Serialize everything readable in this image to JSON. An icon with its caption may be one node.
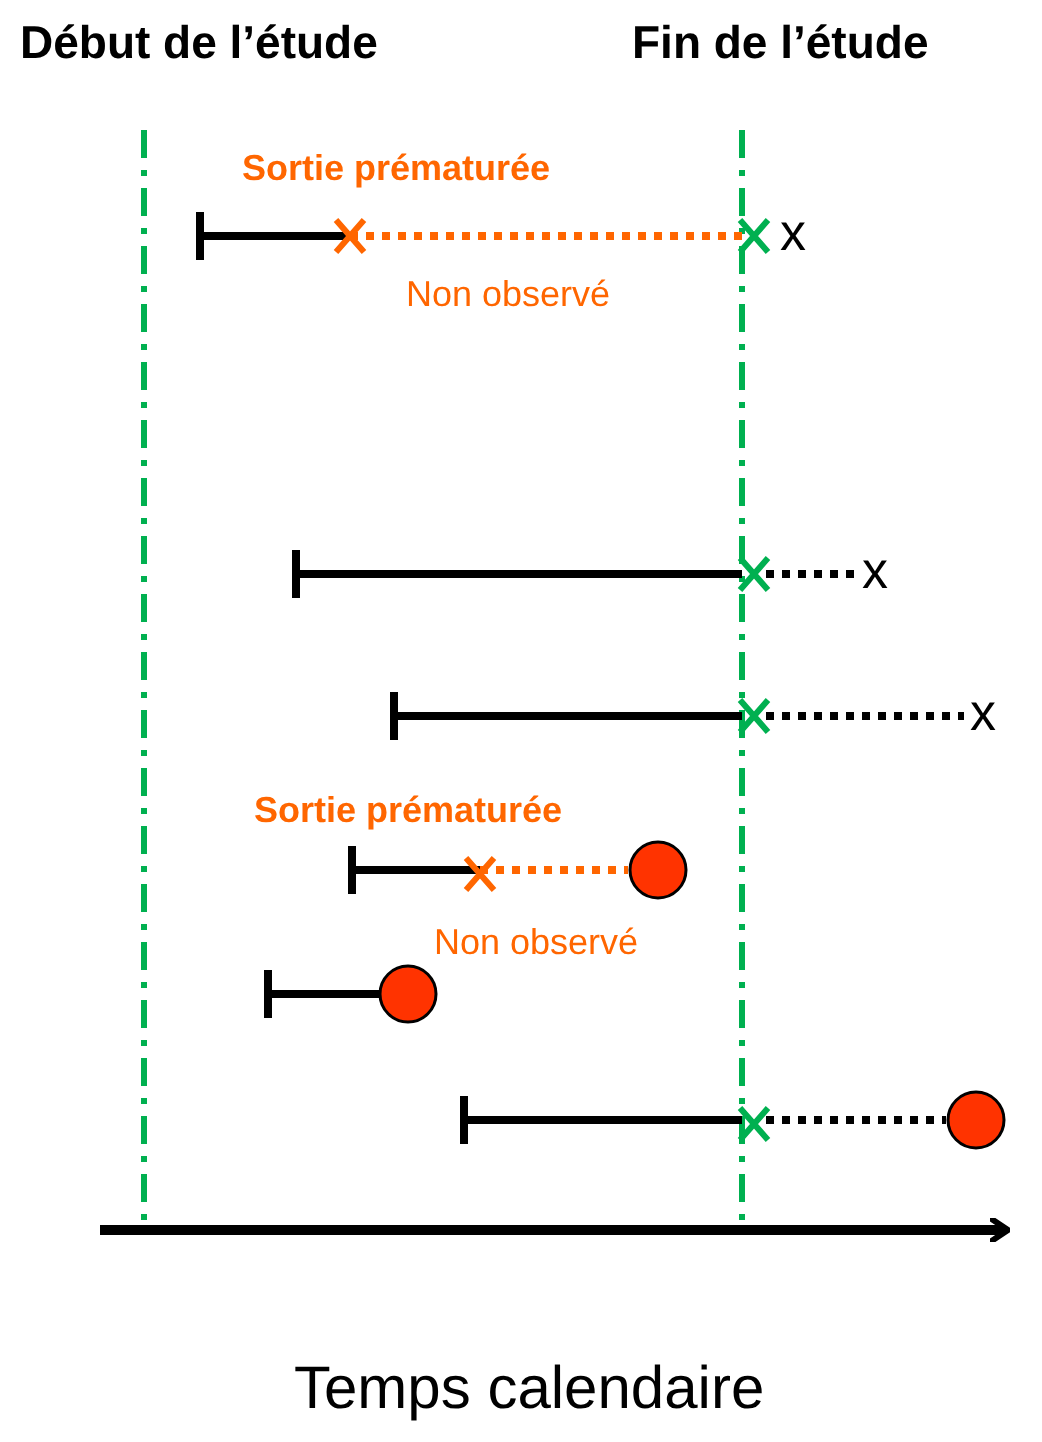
{
  "diagram": {
    "labels": [
      "Début de l’étude",
      "Fin de l’étude",
      "Sortie prématurée",
      "x",
      "Non observé",
      "x",
      "x",
      "Sortie prématurée",
      "Non observé",
      "Temps calendaire"
    ]
  }
}
